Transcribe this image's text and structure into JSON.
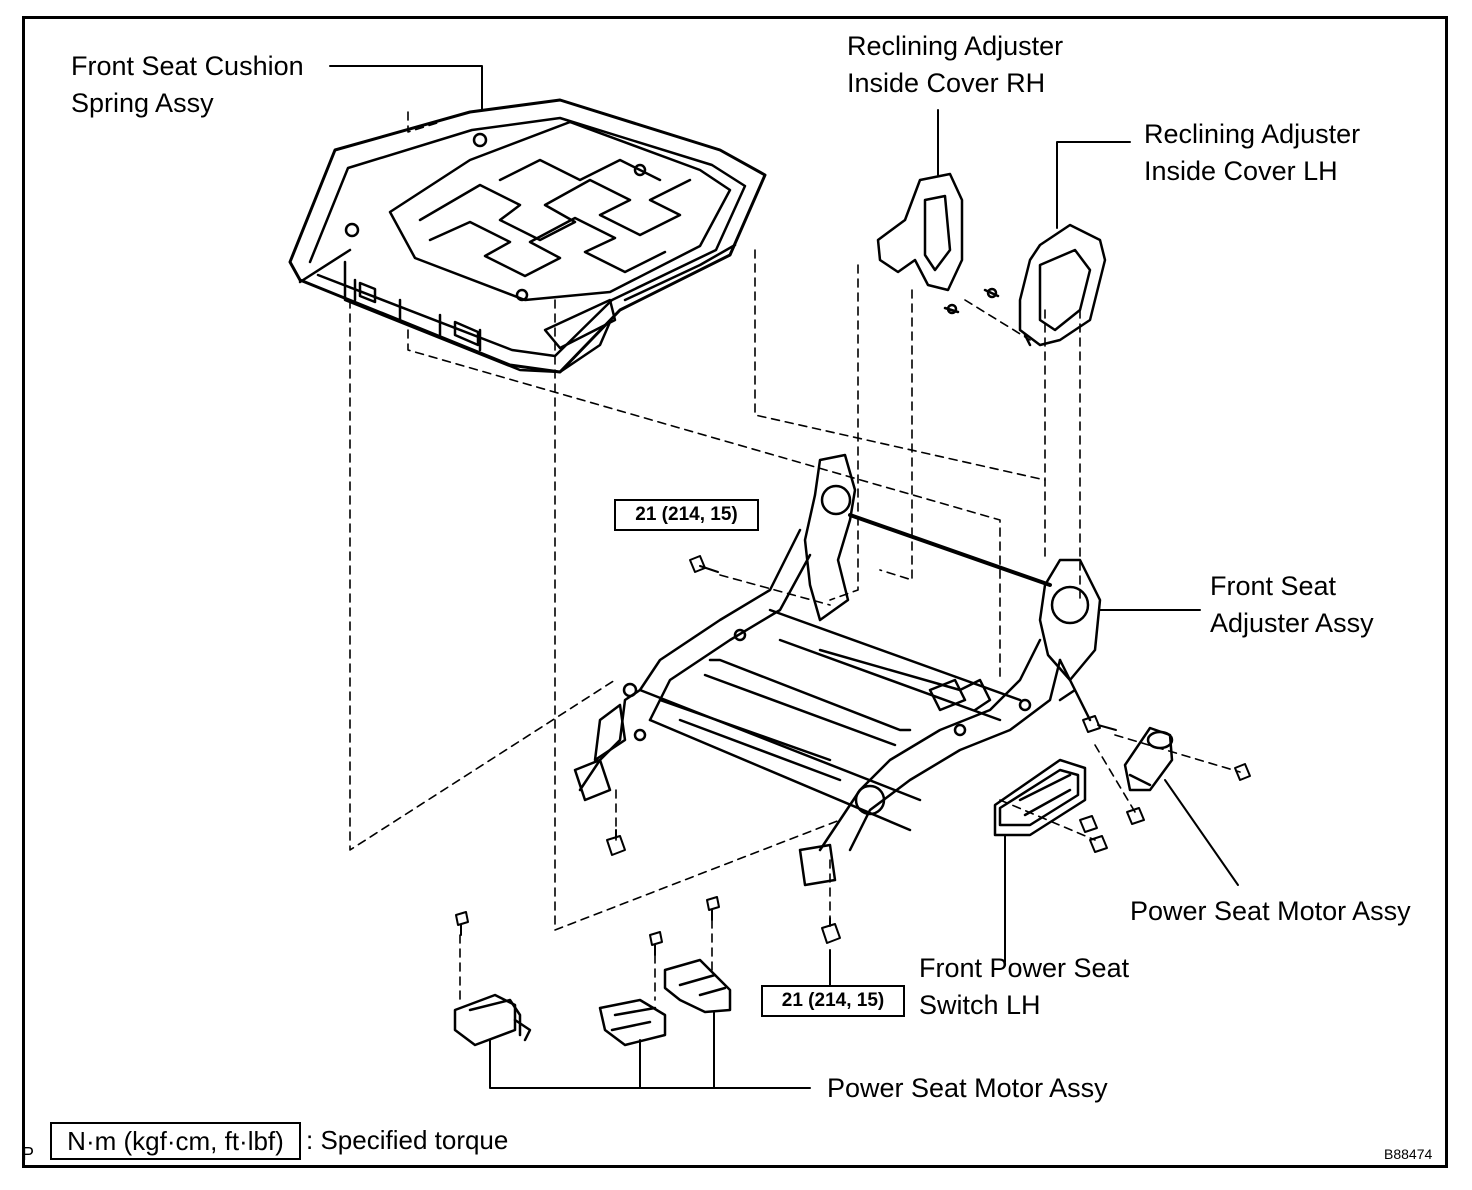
{
  "labels": {
    "cushion": [
      "Front Seat Cushion",
      "Spring Assy"
    ],
    "recl_rh": [
      "Reclining Adjuster",
      "Inside Cover RH"
    ],
    "recl_lh": [
      "Reclining Adjuster",
      "Inside Cover LH"
    ],
    "adjuster": [
      "Front Seat",
      "Adjuster Assy"
    ],
    "motor_right": "Power Seat Motor Assy",
    "switch_lh": [
      "Front Power Seat",
      "Switch LH"
    ],
    "motor_bottom": "Power Seat Motor Assy"
  },
  "torque": {
    "upper": "21 (214, 15)",
    "lower": "21 (214, 15)"
  },
  "legend": {
    "unit": "N·m (kgf·cm, ft·lbf)",
    "text": ": Specified torque"
  },
  "corner_mark": "P",
  "figure_id": "B88474"
}
